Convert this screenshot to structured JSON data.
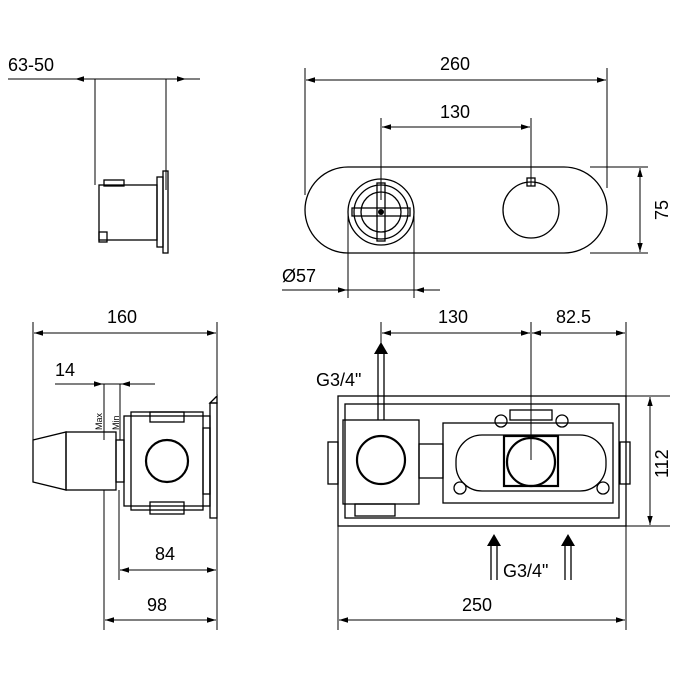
{
  "dimensions": {
    "side_depth": "63-50",
    "plate_width": "260",
    "plate_spacing": "130",
    "plate_height": "75",
    "knob_diameter": "Ø57",
    "box_width_top": "160",
    "setting_range": "14",
    "box_depth_84": "84",
    "box_depth_98": "98",
    "valve_spacing": "130",
    "valve_offset": "82.5",
    "valve_height": "112",
    "valve_width": "250",
    "inlet_top": "G3/4\"",
    "inlet_bottom": "G3/4\""
  },
  "labels": {
    "max": "Max",
    "min": "Min"
  }
}
